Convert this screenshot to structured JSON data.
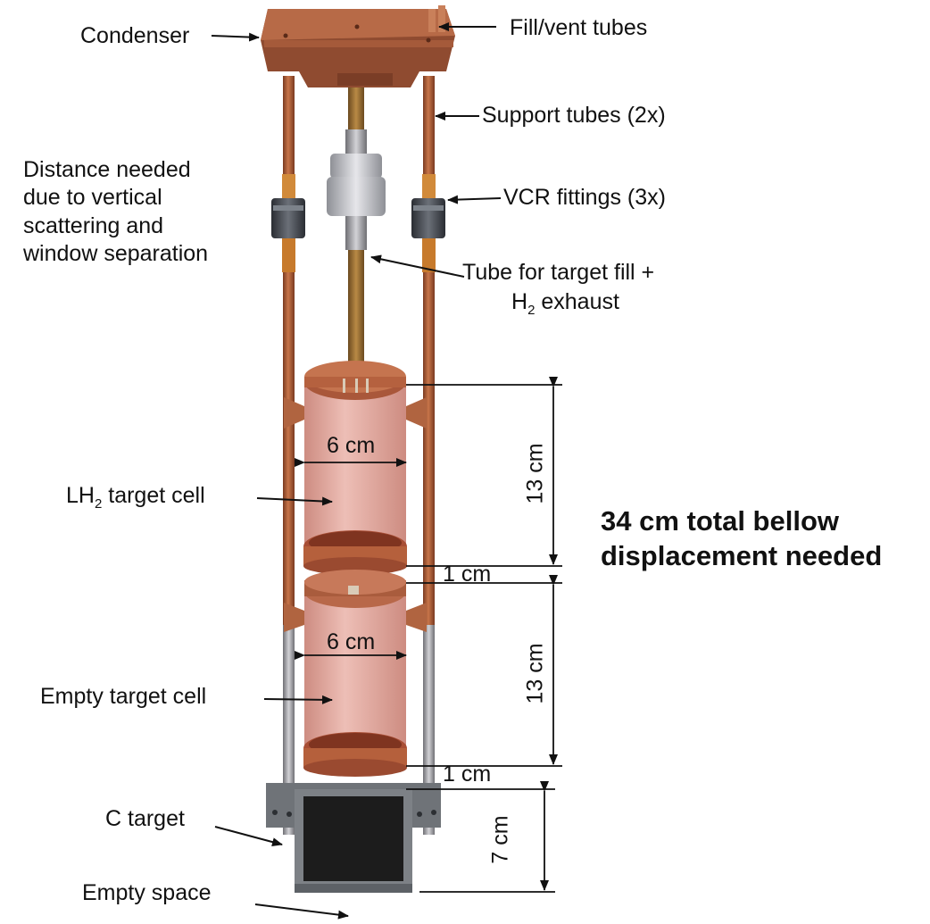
{
  "labels": {
    "condenser": "Condenser",
    "fill_vent": "Fill/vent tubes",
    "support": "Support tubes (2x)",
    "distance_lines": [
      "Distance needed",
      "due to vertical",
      "scattering and",
      "window separation"
    ],
    "vcr": "VCR fittings (3x)",
    "tube_fill_line1": "Tube for target fill +",
    "tube_fill_line2_pre": "H",
    "tube_fill_line2_sub": "2",
    "tube_fill_line2_post": " exhaust",
    "lh2_pre": "LH",
    "lh2_sub": "2",
    "lh2_post": " target cell",
    "empty_cell": "Empty target cell",
    "c_target": "C target",
    "empty_space": "Empty space",
    "total_line1": "34 cm total bellow",
    "total_line2": "displacement needed"
  },
  "dimensions": {
    "width_top": "6 cm",
    "width_bottom": "6 cm",
    "height_top": "13 cm",
    "height_bottom": "13 cm",
    "gap_top": "1 cm",
    "gap_bottom": "1 cm",
    "c_height": "7 cm"
  },
  "colors": {
    "copper": "#b5673f",
    "copper_dark": "#8a4528",
    "cell_pink": "#e0a39b",
    "steel": "#a8a8ad",
    "carbon": "#1c1c1c"
  }
}
